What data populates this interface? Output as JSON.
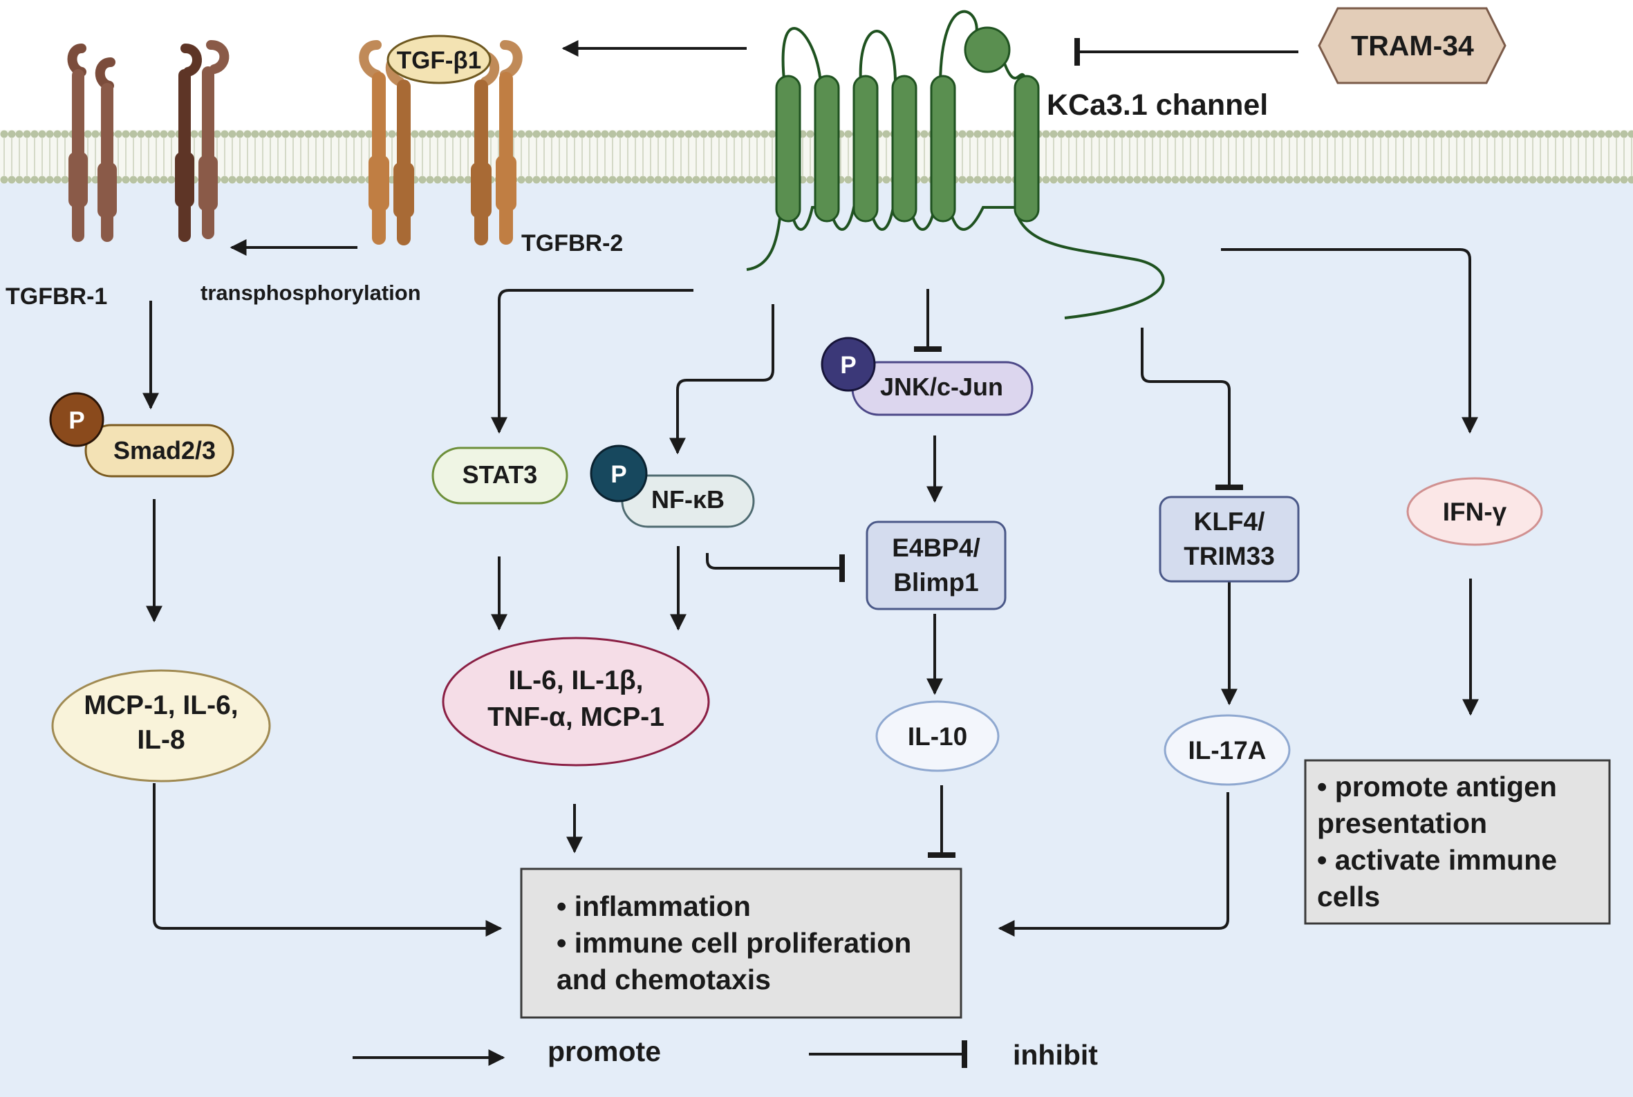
{
  "labels": {
    "tram34": "TRAM-34",
    "kca31_channel": "KCa3.1 channel",
    "tgfb1": "TGF-β1",
    "tgfbr1": "TGFBR-1",
    "tgfbr2": "TGFBR-2",
    "transphosphorylation": "transphosphorylation",
    "phospho": "P",
    "smad": "Smad2/3",
    "stat3": "STAT3",
    "nfkb": "NF-κB",
    "jnk": "JNK/c-Jun",
    "e4bp4_l1": "E4BP4/",
    "e4bp4_l2": "Blimp1",
    "klf4_l1": "KLF4/",
    "klf4_l2": "TRIM33",
    "ifng": "IFN-γ",
    "mcp_l1": "MCP-1, IL-6,",
    "mcp_l2": "IL-8",
    "il6_l1": "IL-6, IL-1β,",
    "il6_l2": "TNF-α, MCP-1",
    "il10": "IL-10",
    "il17a": "IL-17A"
  },
  "outcome_box": {
    "line1": "• inflammation",
    "line2": "• immune cell proliferation",
    "line3": "and chemotaxis"
  },
  "antigen_box": {
    "line1": "• promote antigen",
    "line2": "presentation",
    "line3": "• activate immune",
    "line4": "cells"
  },
  "legend": {
    "promote": "promote",
    "inhibit": "inhibit"
  },
  "colors": {
    "cytoplasm": "#e4edf8",
    "membrane_bead": "#b8c3a3",
    "channel_fill": "#5a8f50",
    "channel_stroke": "#1f5220",
    "receptor_dark": "#5e3526",
    "receptor_mid": "#8a5a48",
    "receptor_orange": "#c07e43",
    "box_fill": "#e3e3e3"
  }
}
